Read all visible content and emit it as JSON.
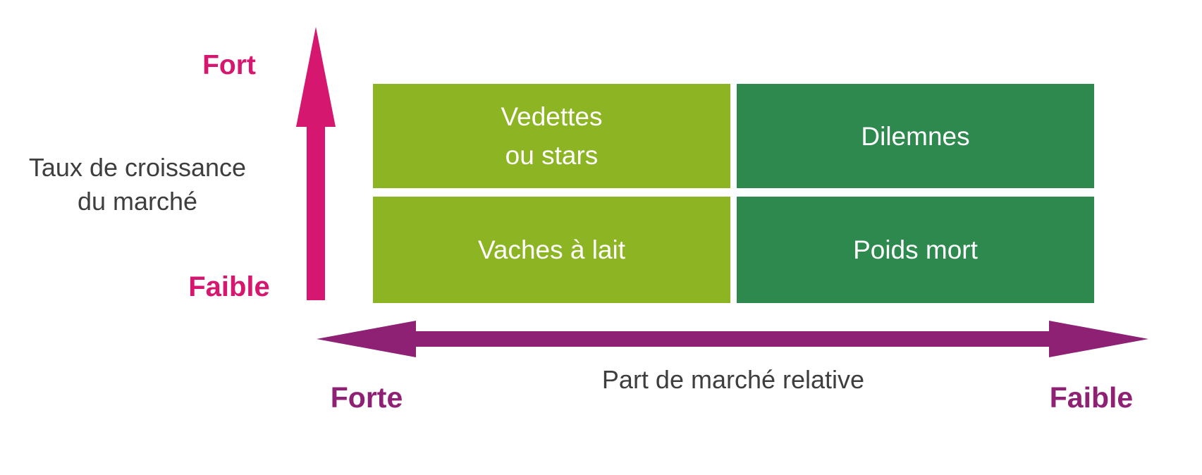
{
  "colors": {
    "pink": "#D6176F",
    "purple": "#8F2174",
    "light_green": "#8CB423",
    "dark_green": "#2D894D",
    "text_gray": "#3E3E3E",
    "box_text": "#FFFFFF"
  },
  "y_axis": {
    "title": "Taux de croissance\ndu marché",
    "top_label": "Fort",
    "bottom_label": "Faible"
  },
  "x_axis": {
    "title": "Part de marché relative",
    "left_label": "Forte",
    "right_label": "Faible"
  },
  "quadrants": {
    "top_left": "Vedettes\nou stars",
    "top_right": "Dilemnes",
    "bottom_left": "Vaches à lait",
    "bottom_right": "Poids mort"
  }
}
